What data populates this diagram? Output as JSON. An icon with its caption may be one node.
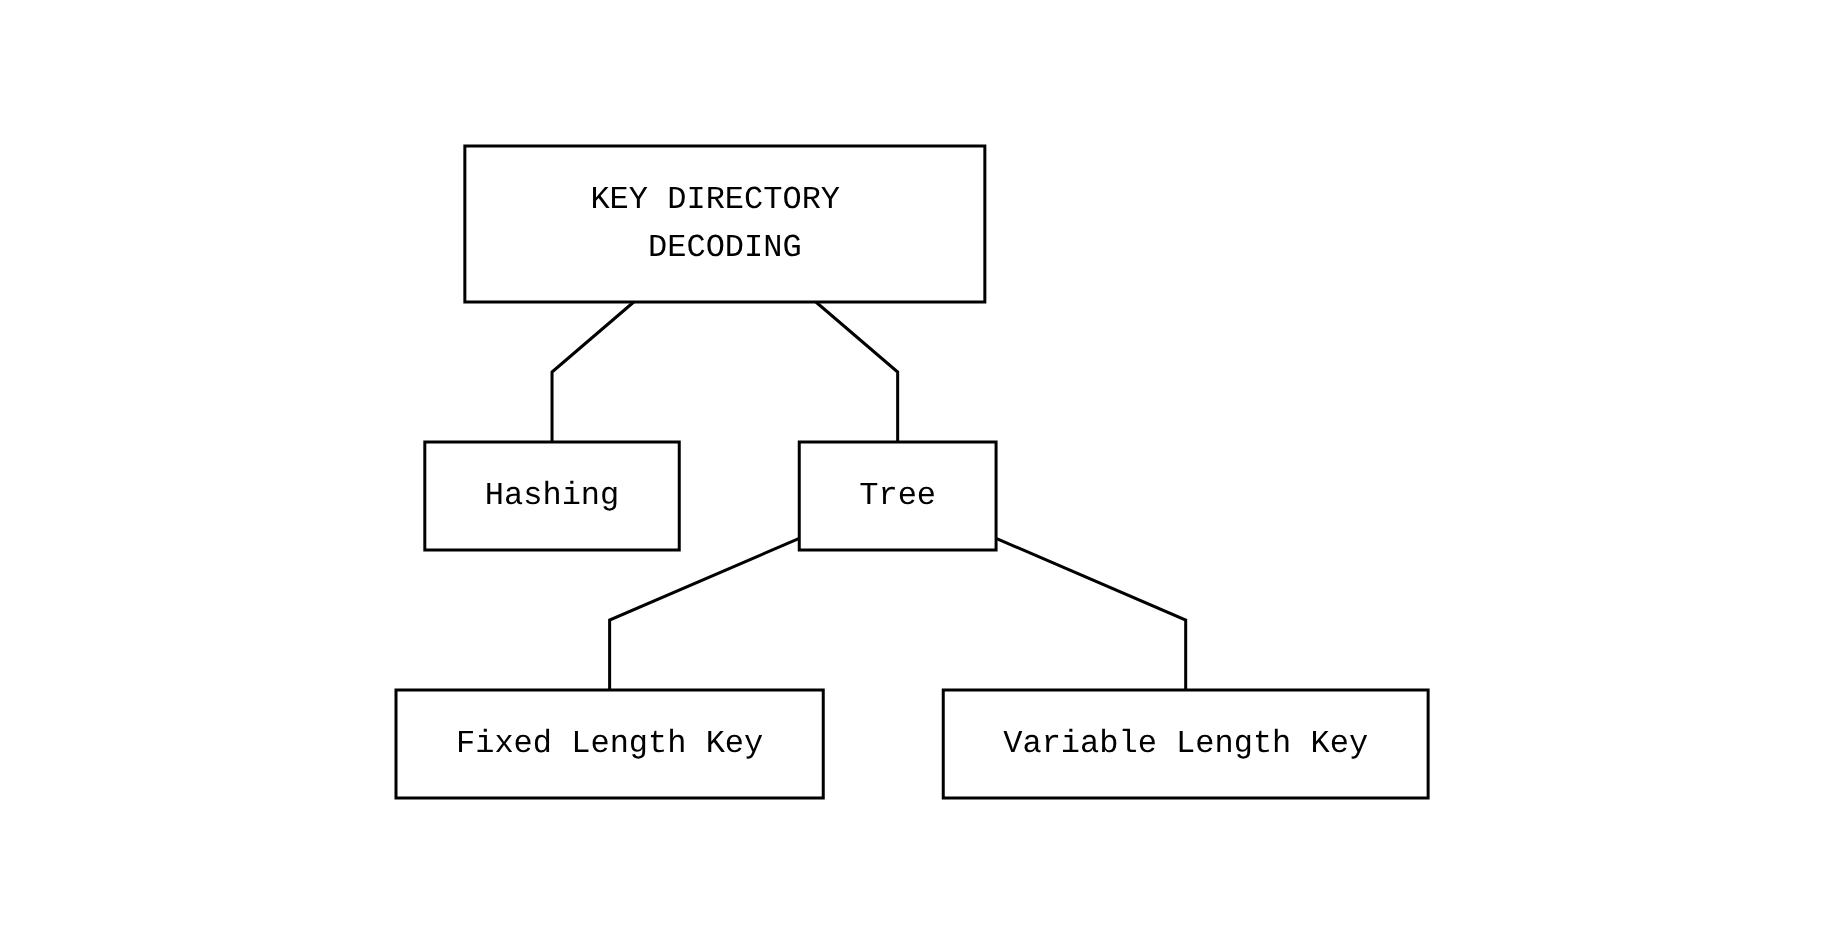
{
  "diagram": {
    "nodes": [
      {
        "text": [
          "KEY DIRECTORY DECODING"
        ]
      },
      {
        "text": [
          "Hashing"
        ]
      },
      {
        "text": [
          "Tree"
        ]
      },
      {
        "text": [
          "Fixed Length Key"
        ]
      },
      {
        "text": [
          "Variable Length Key"
        ]
      }
    ],
    "edges": [
      {
        "from": 0,
        "to": 1,
        "arrow": "none"
      },
      {
        "from": 0,
        "to": 2,
        "arrow": "none"
      },
      {
        "from": 2,
        "to": 3,
        "arrow": "none"
      },
      {
        "from": 2,
        "to": 4,
        "arrow": "none"
      }
    ]
  }
}
